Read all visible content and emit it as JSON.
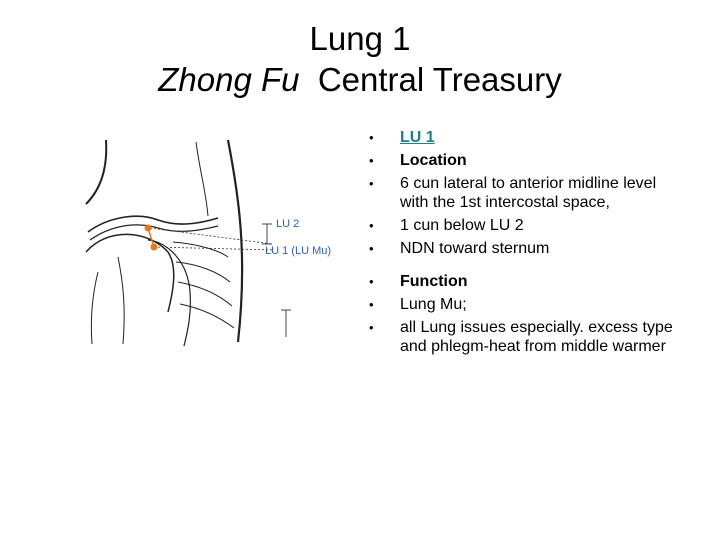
{
  "title": {
    "line1": "Lung 1",
    "line2_italic": "Zhong Fu",
    "line2_rest": "  Central Treasury"
  },
  "figure": {
    "label_lu2": "LU 2",
    "label_lu1": "LU 1 (LU Mu)",
    "point_color": "#e87722",
    "label_color": "#2a5fb0"
  },
  "bullets": {
    "b1": "LU 1",
    "b2": "Location",
    "b3": "6 cun lateral to anterior midline level with the 1st intercostal space,",
    "b4": "1 cun below LU 2",
    "b5": "NDN toward sternum",
    "b6": "Function",
    "b7": "Lung Mu;",
    "b8": "all Lung issues especially. excess type and phlegm-heat from middle warmer"
  }
}
